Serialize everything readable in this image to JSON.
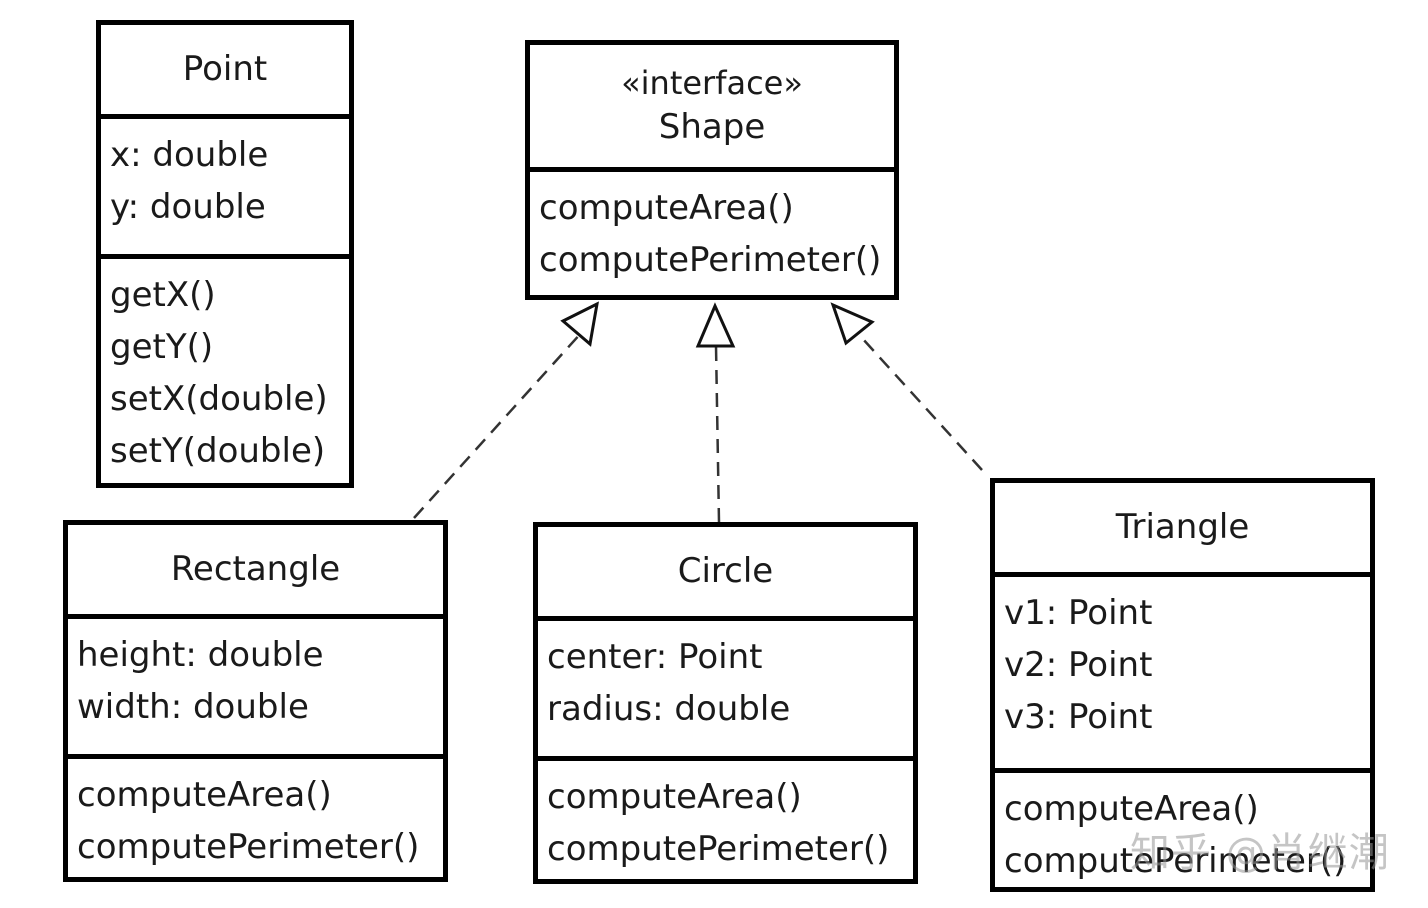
{
  "classes": {
    "point": {
      "name": "Point",
      "attributes": [
        "x:  double",
        "y:  double"
      ],
      "operations": [
        "getX()",
        "getY()",
        "setX(double)",
        "setY(double)"
      ]
    },
    "shape": {
      "stereotype": "«interface»",
      "name": "Shape",
      "operations": [
        "computeArea()",
        "computePerimeter()"
      ]
    },
    "rectangle": {
      "name": "Rectangle",
      "attributes": [
        "height:  double",
        "width:  double"
      ],
      "operations": [
        "computeArea()",
        "computePerimeter()"
      ]
    },
    "circle": {
      "name": "Circle",
      "attributes": [
        "center:  Point",
        "radius:  double"
      ],
      "operations": [
        "computeArea()",
        "computePerimeter()"
      ]
    },
    "triangle": {
      "name": "Triangle",
      "attributes": [
        "v1:  Point",
        "v2:  Point",
        "v3:  Point"
      ],
      "operations": [
        "computeArea()",
        "computePerimeter()"
      ]
    }
  },
  "relations": [
    {
      "from": "Rectangle",
      "to": "Shape",
      "kind": "realization"
    },
    {
      "from": "Circle",
      "to": "Shape",
      "kind": "realization"
    },
    {
      "from": "Triangle",
      "to": "Shape",
      "kind": "realization"
    }
  ],
  "watermark": "知乎 @肖继潮"
}
